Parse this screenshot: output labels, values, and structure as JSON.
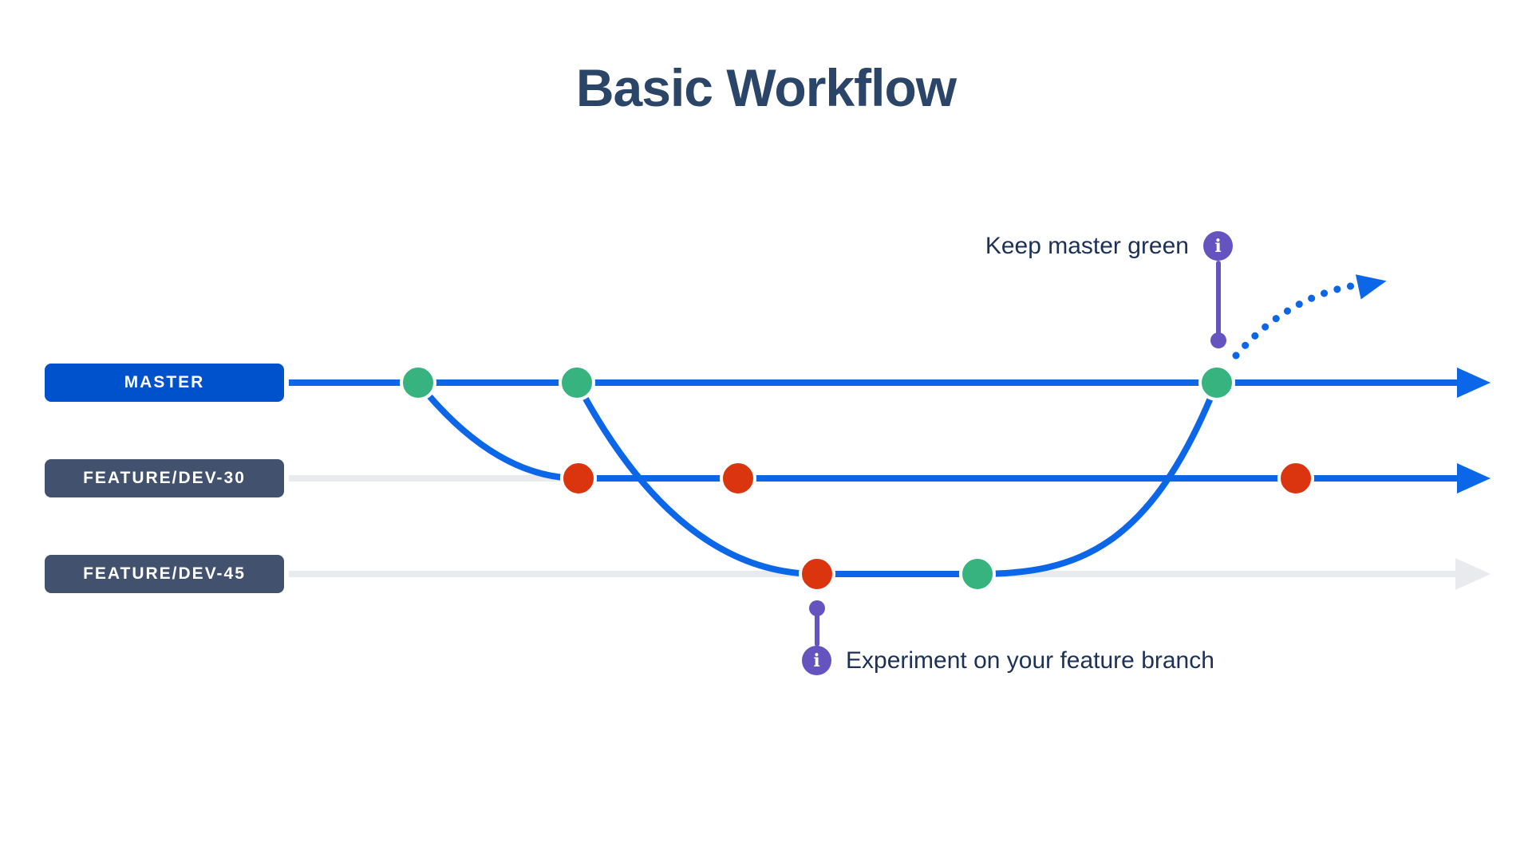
{
  "title": "Basic Workflow",
  "colors": {
    "background": "#ffffff",
    "title_navy": "#2a4568",
    "text_navy": "#1c3156",
    "master_pill_blue": "#0052cc",
    "branch_line_blue": "#0b66e8",
    "feature_pill_slate": "#42526e",
    "track_gray": "#e8eaee",
    "commit_green": "#36b37e",
    "commit_red": "#da350f",
    "info_purple": "#6554c0"
  },
  "branches": [
    {
      "id": "master",
      "label": "MASTER",
      "commits": [
        "green",
        "green",
        "green"
      ]
    },
    {
      "id": "feature-dev-30",
      "label": "FEATURE/DEV-30",
      "commits": [
        "red",
        "red",
        "red"
      ]
    },
    {
      "id": "feature-dev-45",
      "label": "FEATURE/DEV-45",
      "commits": [
        "red",
        "green"
      ]
    }
  ],
  "annotations": [
    {
      "id": "keep-master-green",
      "text": "Keep master green",
      "glyph": "i"
    },
    {
      "id": "experiment",
      "text": "Experiment on your feature branch",
      "glyph": "i"
    }
  ]
}
